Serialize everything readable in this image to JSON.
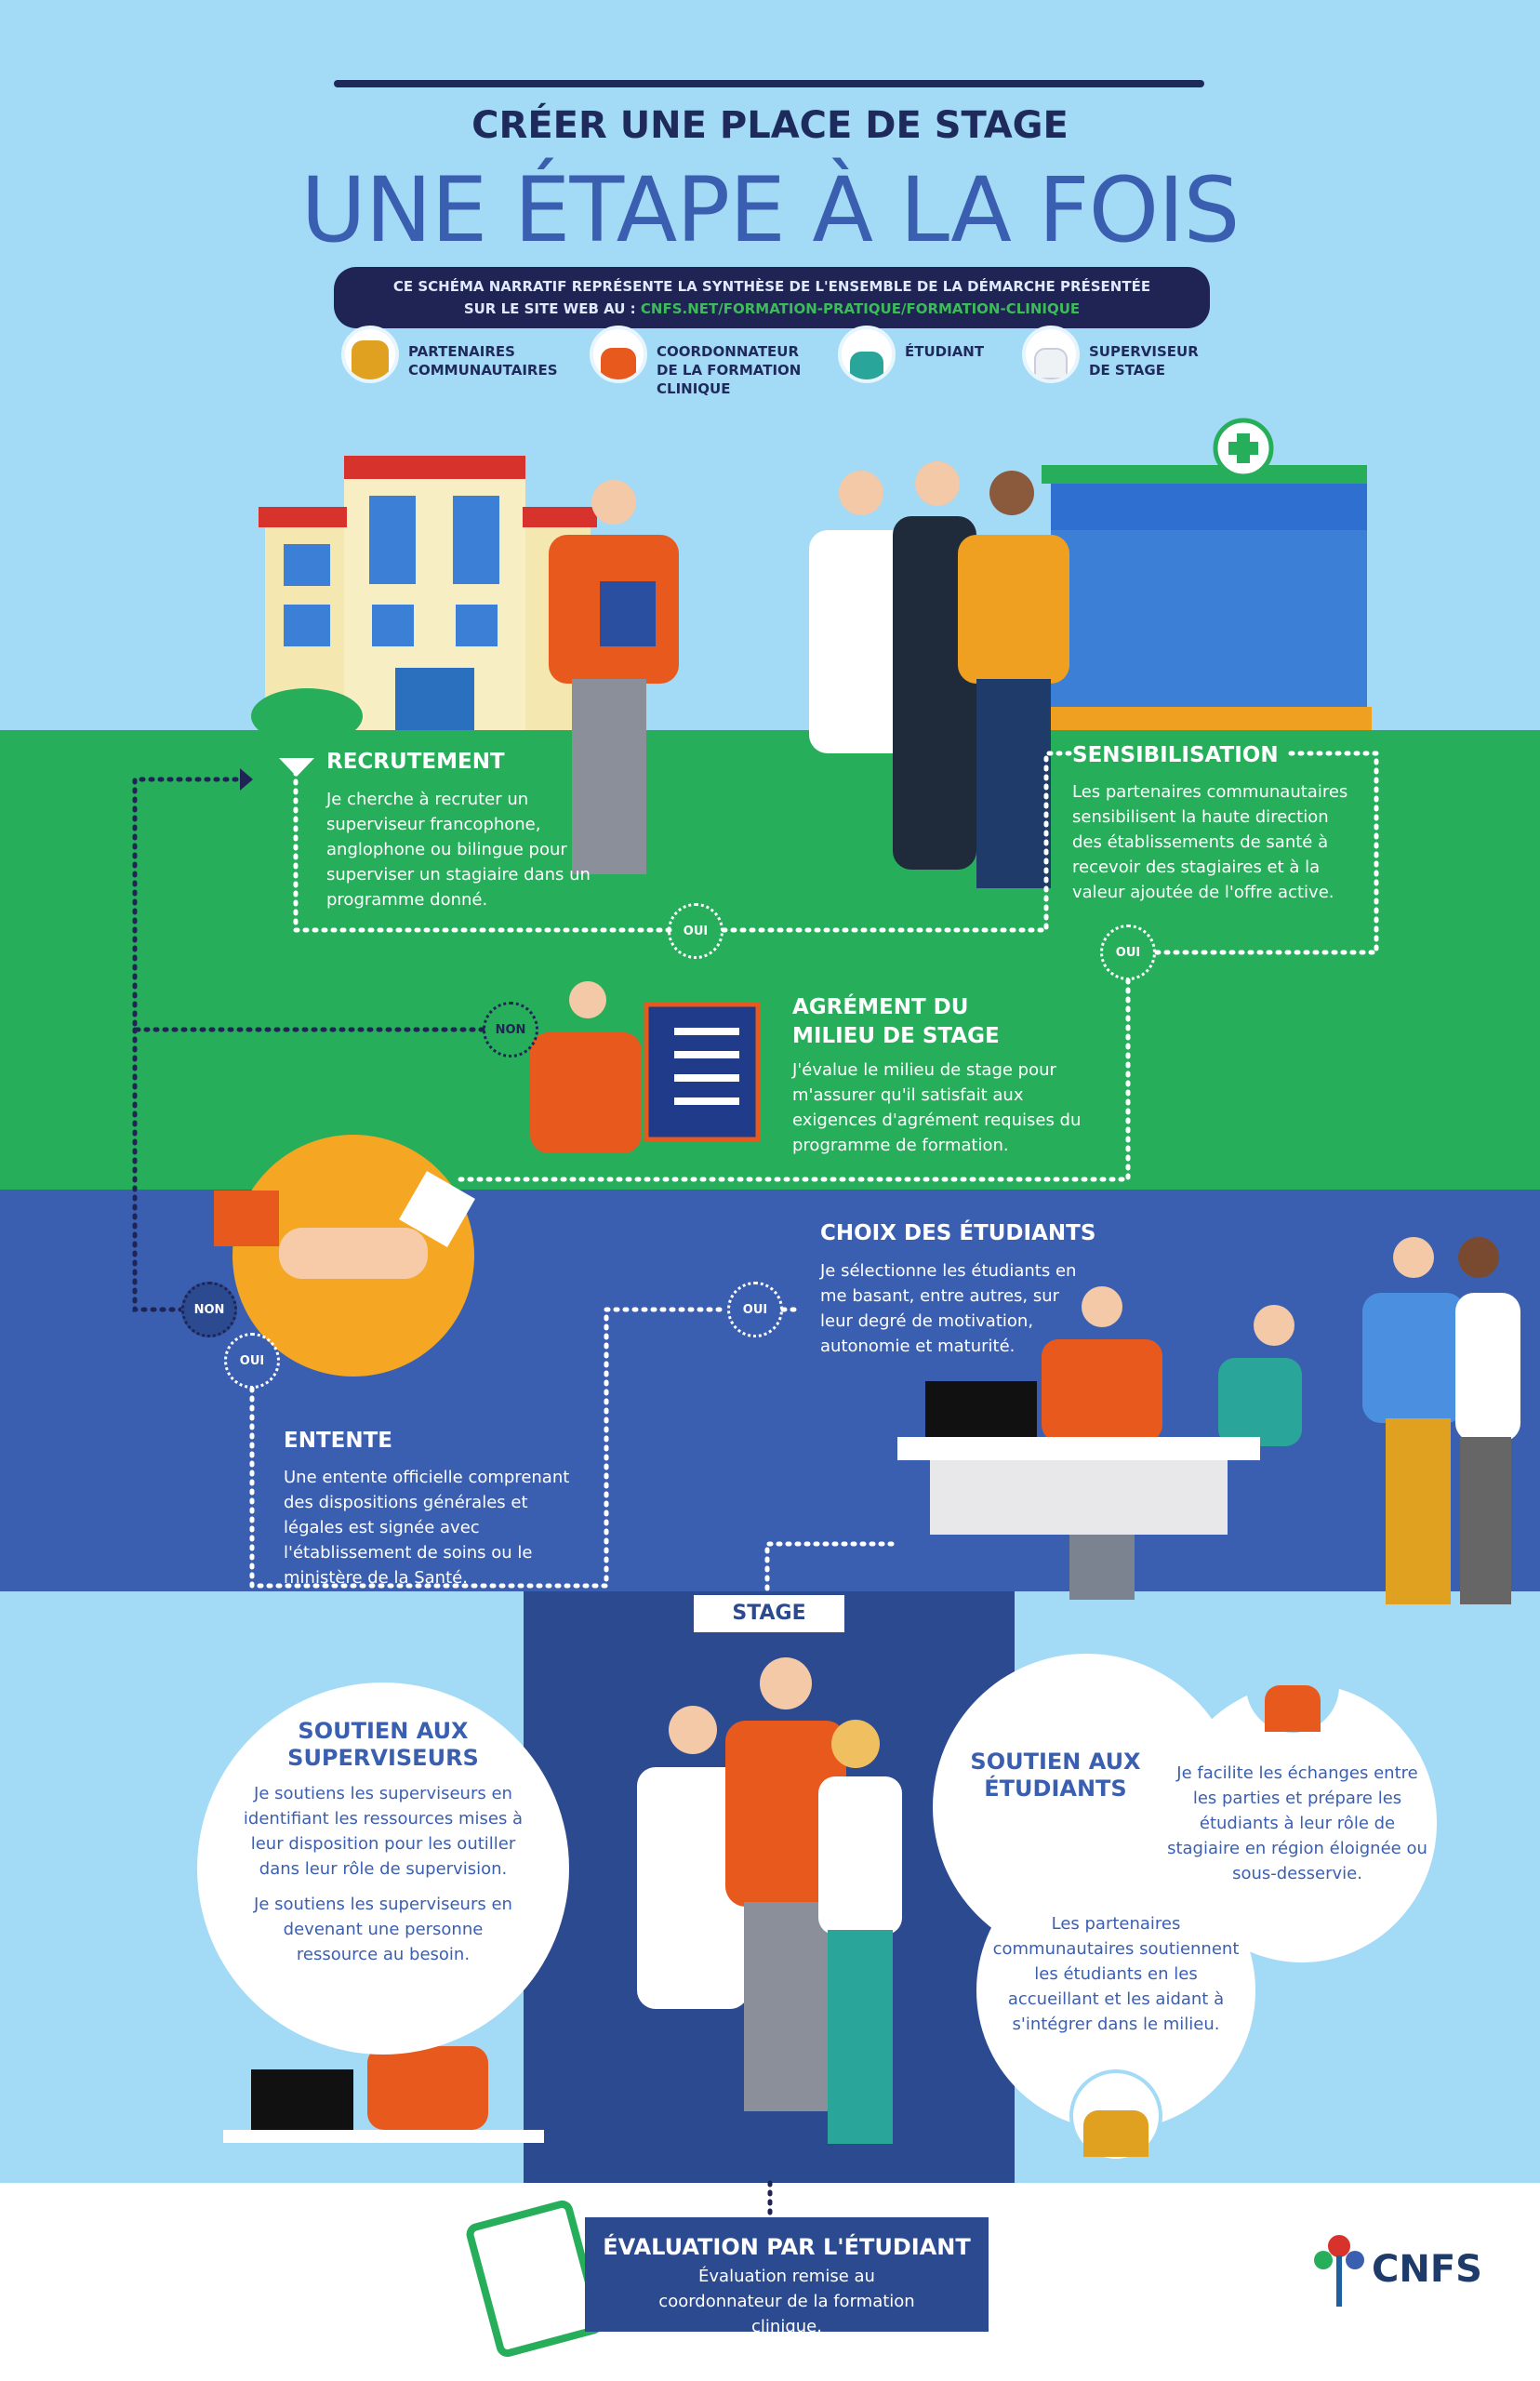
{
  "header": {
    "title": "CRÉER UNE PLACE DE STAGE",
    "subtitle": "UNE ÉTAPE À LA FOIS",
    "intro_line1": "CE SCHÉMA NARRATIF REPRÉSENTE LA SYNTHÈSE DE L'ENSEMBLE DE LA DÉMARCHE PRÉSENTÉE",
    "intro_prefix": "SUR LE SITE WEB AU : ",
    "intro_url": "CNFS.NET/FORMATION-PRATIQUE/FORMATION-CLINIQUE"
  },
  "legend": [
    {
      "label": "PARTENAIRES COMMUNAUTAIRES"
    },
    {
      "label": "COORDONNATEUR DE LA FORMATION CLINIQUE"
    },
    {
      "label": "ÉTUDIANT"
    },
    {
      "label": "SUPERVISEUR DE STAGE"
    }
  ],
  "steps": {
    "recrutement": {
      "title": "RECRUTEMENT",
      "text": "Je cherche à recruter un superviseur francophone, anglophone ou bilingue pour superviser un stagiaire dans un programme donné."
    },
    "sensibilisation": {
      "title": "SENSIBILISATION",
      "text": "Les partenaires communautaires sensibilisent la haute direction des établissements de santé à recevoir des stagiaires et à la valeur ajoutée de l'offre active."
    },
    "agrement": {
      "title": "AGRÉMENT DU MILIEU DE STAGE",
      "text": "J'évalue le milieu de stage pour m'assurer qu'il satisfait aux exigences d'agrément requises du programme de formation."
    },
    "choix": {
      "title": "CHOIX DES ÉTUDIANTS",
      "text": "Je sélectionne les étudiants en me basant, entre autres, sur leur degré de motivation, autonomie et maturité."
    },
    "entente": {
      "title": "ENTENTE",
      "text": "Une entente officielle comprenant des dispositions générales et légales est signée avec l'établissement de soins ou le ministère de la Santé."
    }
  },
  "badges": {
    "oui": "OUI",
    "non": "NON"
  },
  "stage": {
    "label": "STAGE"
  },
  "soutien_superviseurs": {
    "title": "SOUTIEN AUX SUPERVISEURS",
    "text1": "Je soutiens les superviseurs en identifiant les ressources mises à leur disposition pour les outiller dans leur rôle de supervision.",
    "text2": "Je soutiens les superviseurs en devenant une personne ressource au besoin."
  },
  "soutien_etudiants": {
    "title": "SOUTIEN AUX ÉTUDIANTS",
    "text1": "Je facilite les échanges entre les parties et prépare les étudiants à leur rôle de stagiaire en région éloignée ou sous-desservie.",
    "text2": "Les partenaires communautaires soutiennent les étudiants en les accueillant et les aidant à s'intégrer dans le milieu."
  },
  "evaluation": {
    "title": "ÉVALUATION PAR L'ÉTUDIANT",
    "text": "Évaluation remise au coordonnateur de la formation clinique."
  },
  "logo": {
    "text": "CNFS"
  },
  "colors": {
    "green": "#27ae5b",
    "blue": "#3b5fb0",
    "navy": "#1f2455",
    "sky": "#a3daf5",
    "orange": "#e8591e"
  }
}
